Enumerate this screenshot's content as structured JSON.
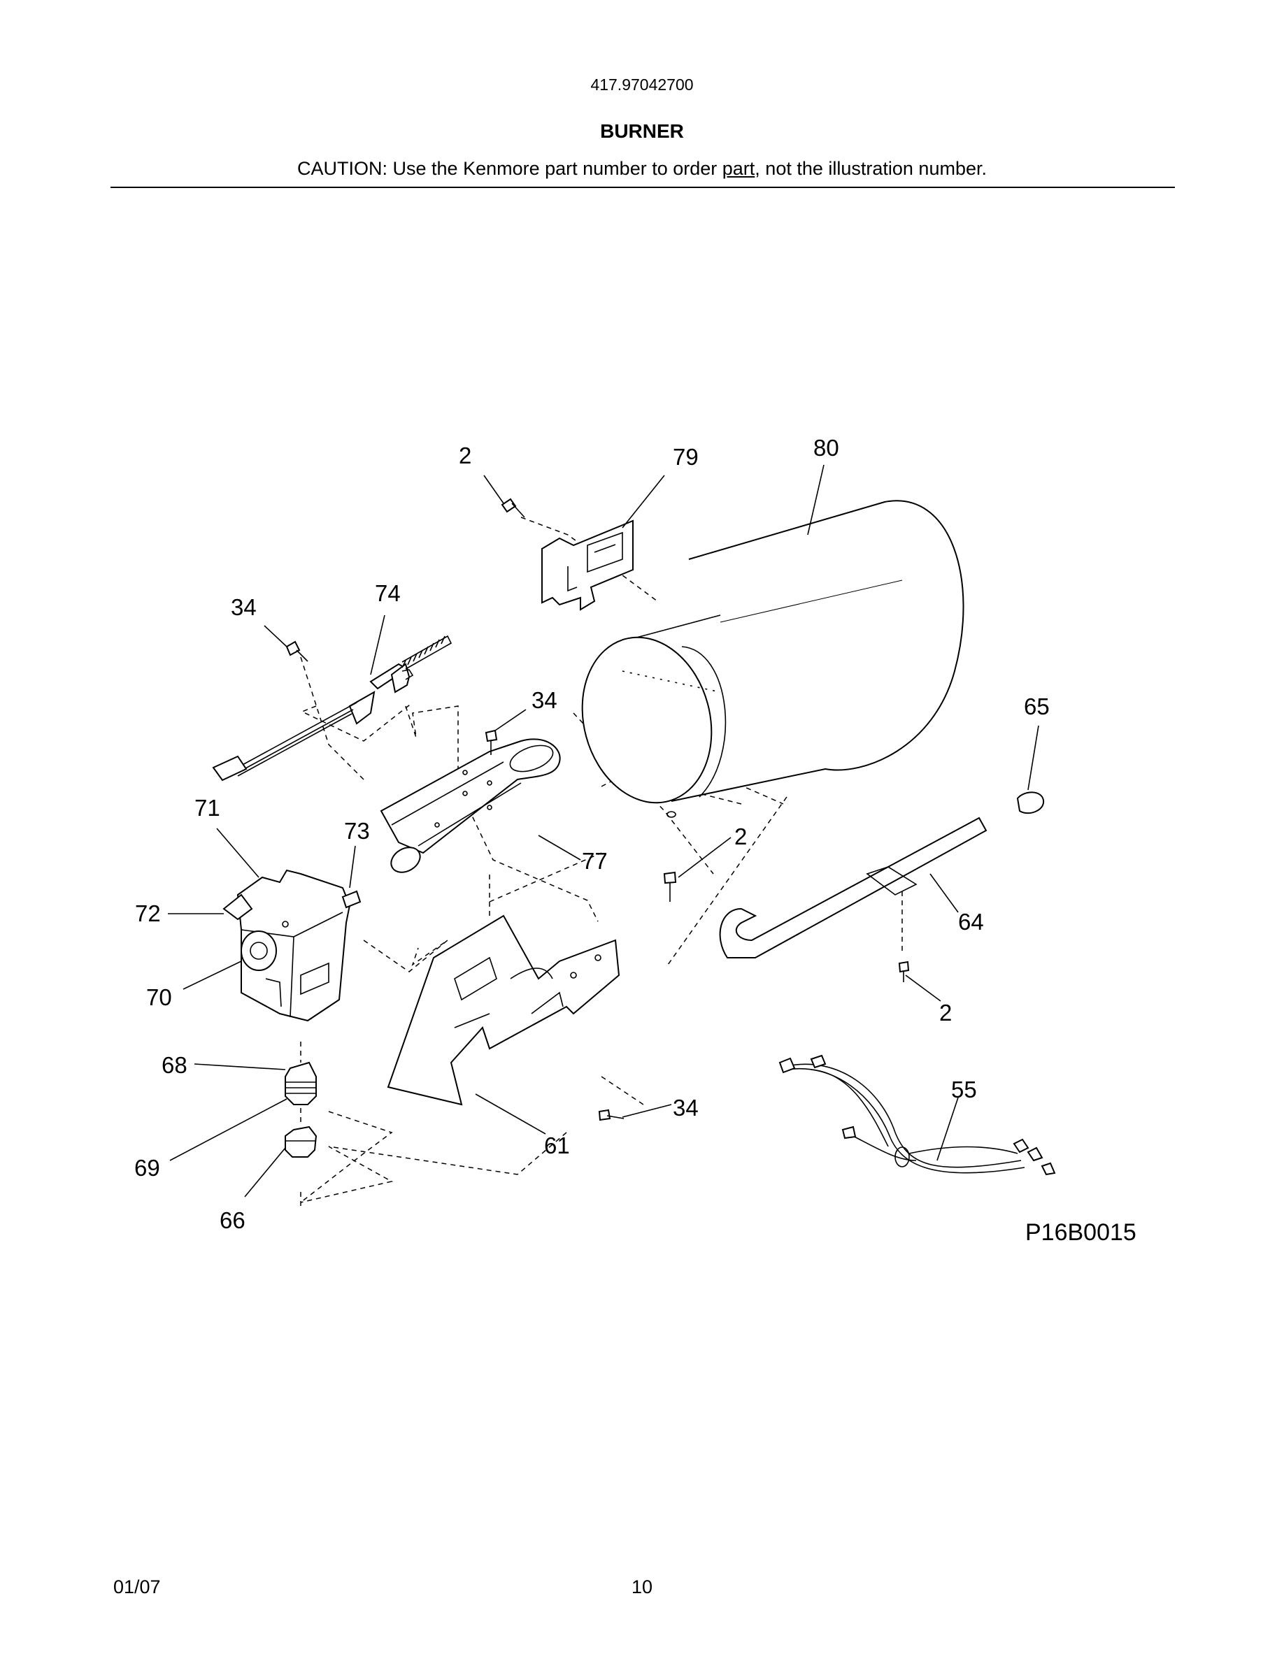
{
  "header": {
    "model_number": "417.97042700",
    "title": "BURNER",
    "caution_before": "CAUTION: Use the Kenmore part number to order ",
    "caution_underlined": "part",
    "caution_after": ", not the illustration number."
  },
  "diagram": {
    "code": "P16B0015",
    "callouts": [
      {
        "id": "c-2a",
        "label": "2"
      },
      {
        "id": "c-79",
        "label": "79"
      },
      {
        "id": "c-80",
        "label": "80"
      },
      {
        "id": "c-34a",
        "label": "34"
      },
      {
        "id": "c-74",
        "label": "74"
      },
      {
        "id": "c-34b",
        "label": "34"
      },
      {
        "id": "c-65",
        "label": "65"
      },
      {
        "id": "c-71",
        "label": "71"
      },
      {
        "id": "c-73",
        "label": "73"
      },
      {
        "id": "c-2b",
        "label": "2"
      },
      {
        "id": "c-77",
        "label": "77"
      },
      {
        "id": "c-72",
        "label": "72"
      },
      {
        "id": "c-64",
        "label": "64"
      },
      {
        "id": "c-70",
        "label": "70"
      },
      {
        "id": "c-2c",
        "label": "2"
      },
      {
        "id": "c-68",
        "label": "68"
      },
      {
        "id": "c-55",
        "label": "55"
      },
      {
        "id": "c-34c",
        "label": "34"
      },
      {
        "id": "c-69",
        "label": "69"
      },
      {
        "id": "c-61",
        "label": "61"
      },
      {
        "id": "c-66",
        "label": "66"
      }
    ]
  },
  "footer": {
    "date": "01/07",
    "page": "10"
  }
}
